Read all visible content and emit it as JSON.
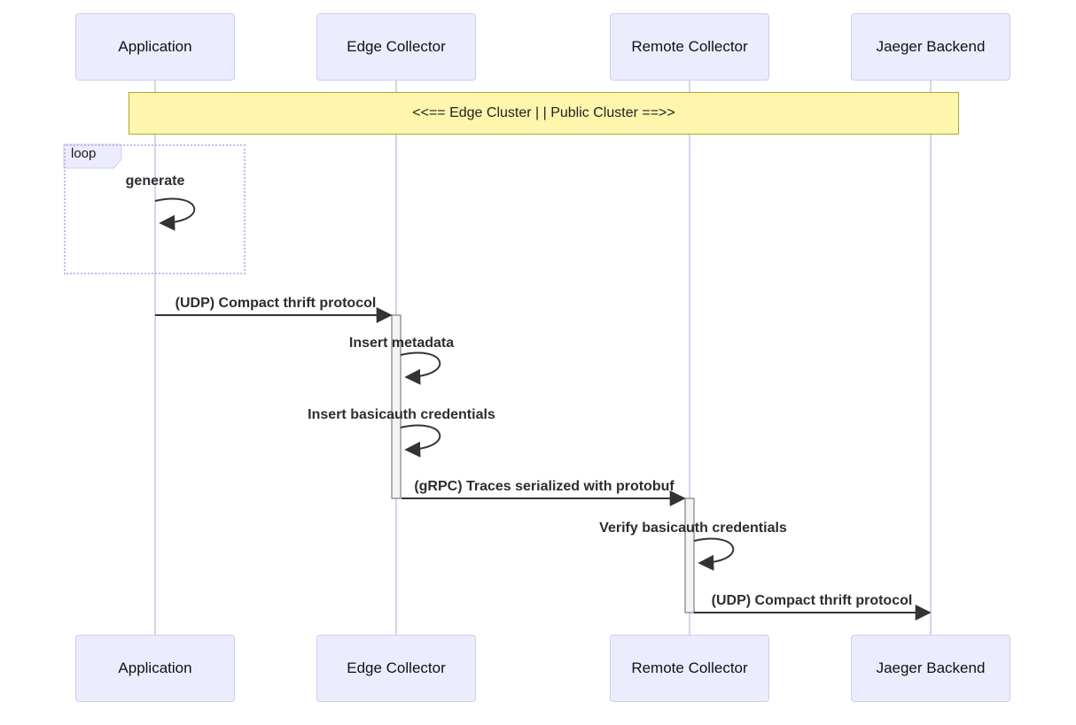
{
  "diagram": {
    "type": "sequence-diagram",
    "participants": [
      {
        "name": "Application"
      },
      {
        "name": "Edge Collector"
      },
      {
        "name": "Remote Collector"
      },
      {
        "name": "Jaeger Backend"
      }
    ],
    "note": {
      "text": "<<== Edge Cluster | | Public Cluster ==>>",
      "spans": "all participants"
    },
    "loop_frame": {
      "label": "loop",
      "self_message": "generate",
      "on": "Application"
    },
    "messages": [
      {
        "from": "Application",
        "to": "Edge Collector",
        "text": "(UDP) Compact thrift protocol",
        "kind": "solid-arrow"
      },
      {
        "from": "Edge Collector",
        "to": "Edge Collector",
        "text": "Insert metadata",
        "kind": "self"
      },
      {
        "from": "Edge Collector",
        "to": "Edge Collector",
        "text": "Insert basicauth credentials",
        "kind": "self"
      },
      {
        "from": "Edge Collector",
        "to": "Remote Collector",
        "text": "(gRPC) Traces serialized with protobuf",
        "kind": "solid-arrow"
      },
      {
        "from": "Remote Collector",
        "to": "Remote Collector",
        "text": "Verify basicauth credentials",
        "kind": "self"
      },
      {
        "from": "Remote Collector",
        "to": "Jaeger Backend",
        "text": "(UDP) Compact thrift protocol",
        "kind": "solid-arrow"
      }
    ],
    "colors": {
      "actor_fill": "#ECECFF",
      "actor_border": "#CFCCEF",
      "lifeline": "#CCC9E8",
      "note_fill": "#FFF5AD",
      "note_border": "#AAAA33",
      "loop_border": "#C9B8E8",
      "arrow": "#333333",
      "activation_fill": "#F4F4F4",
      "activation_border": "#666666"
    }
  }
}
